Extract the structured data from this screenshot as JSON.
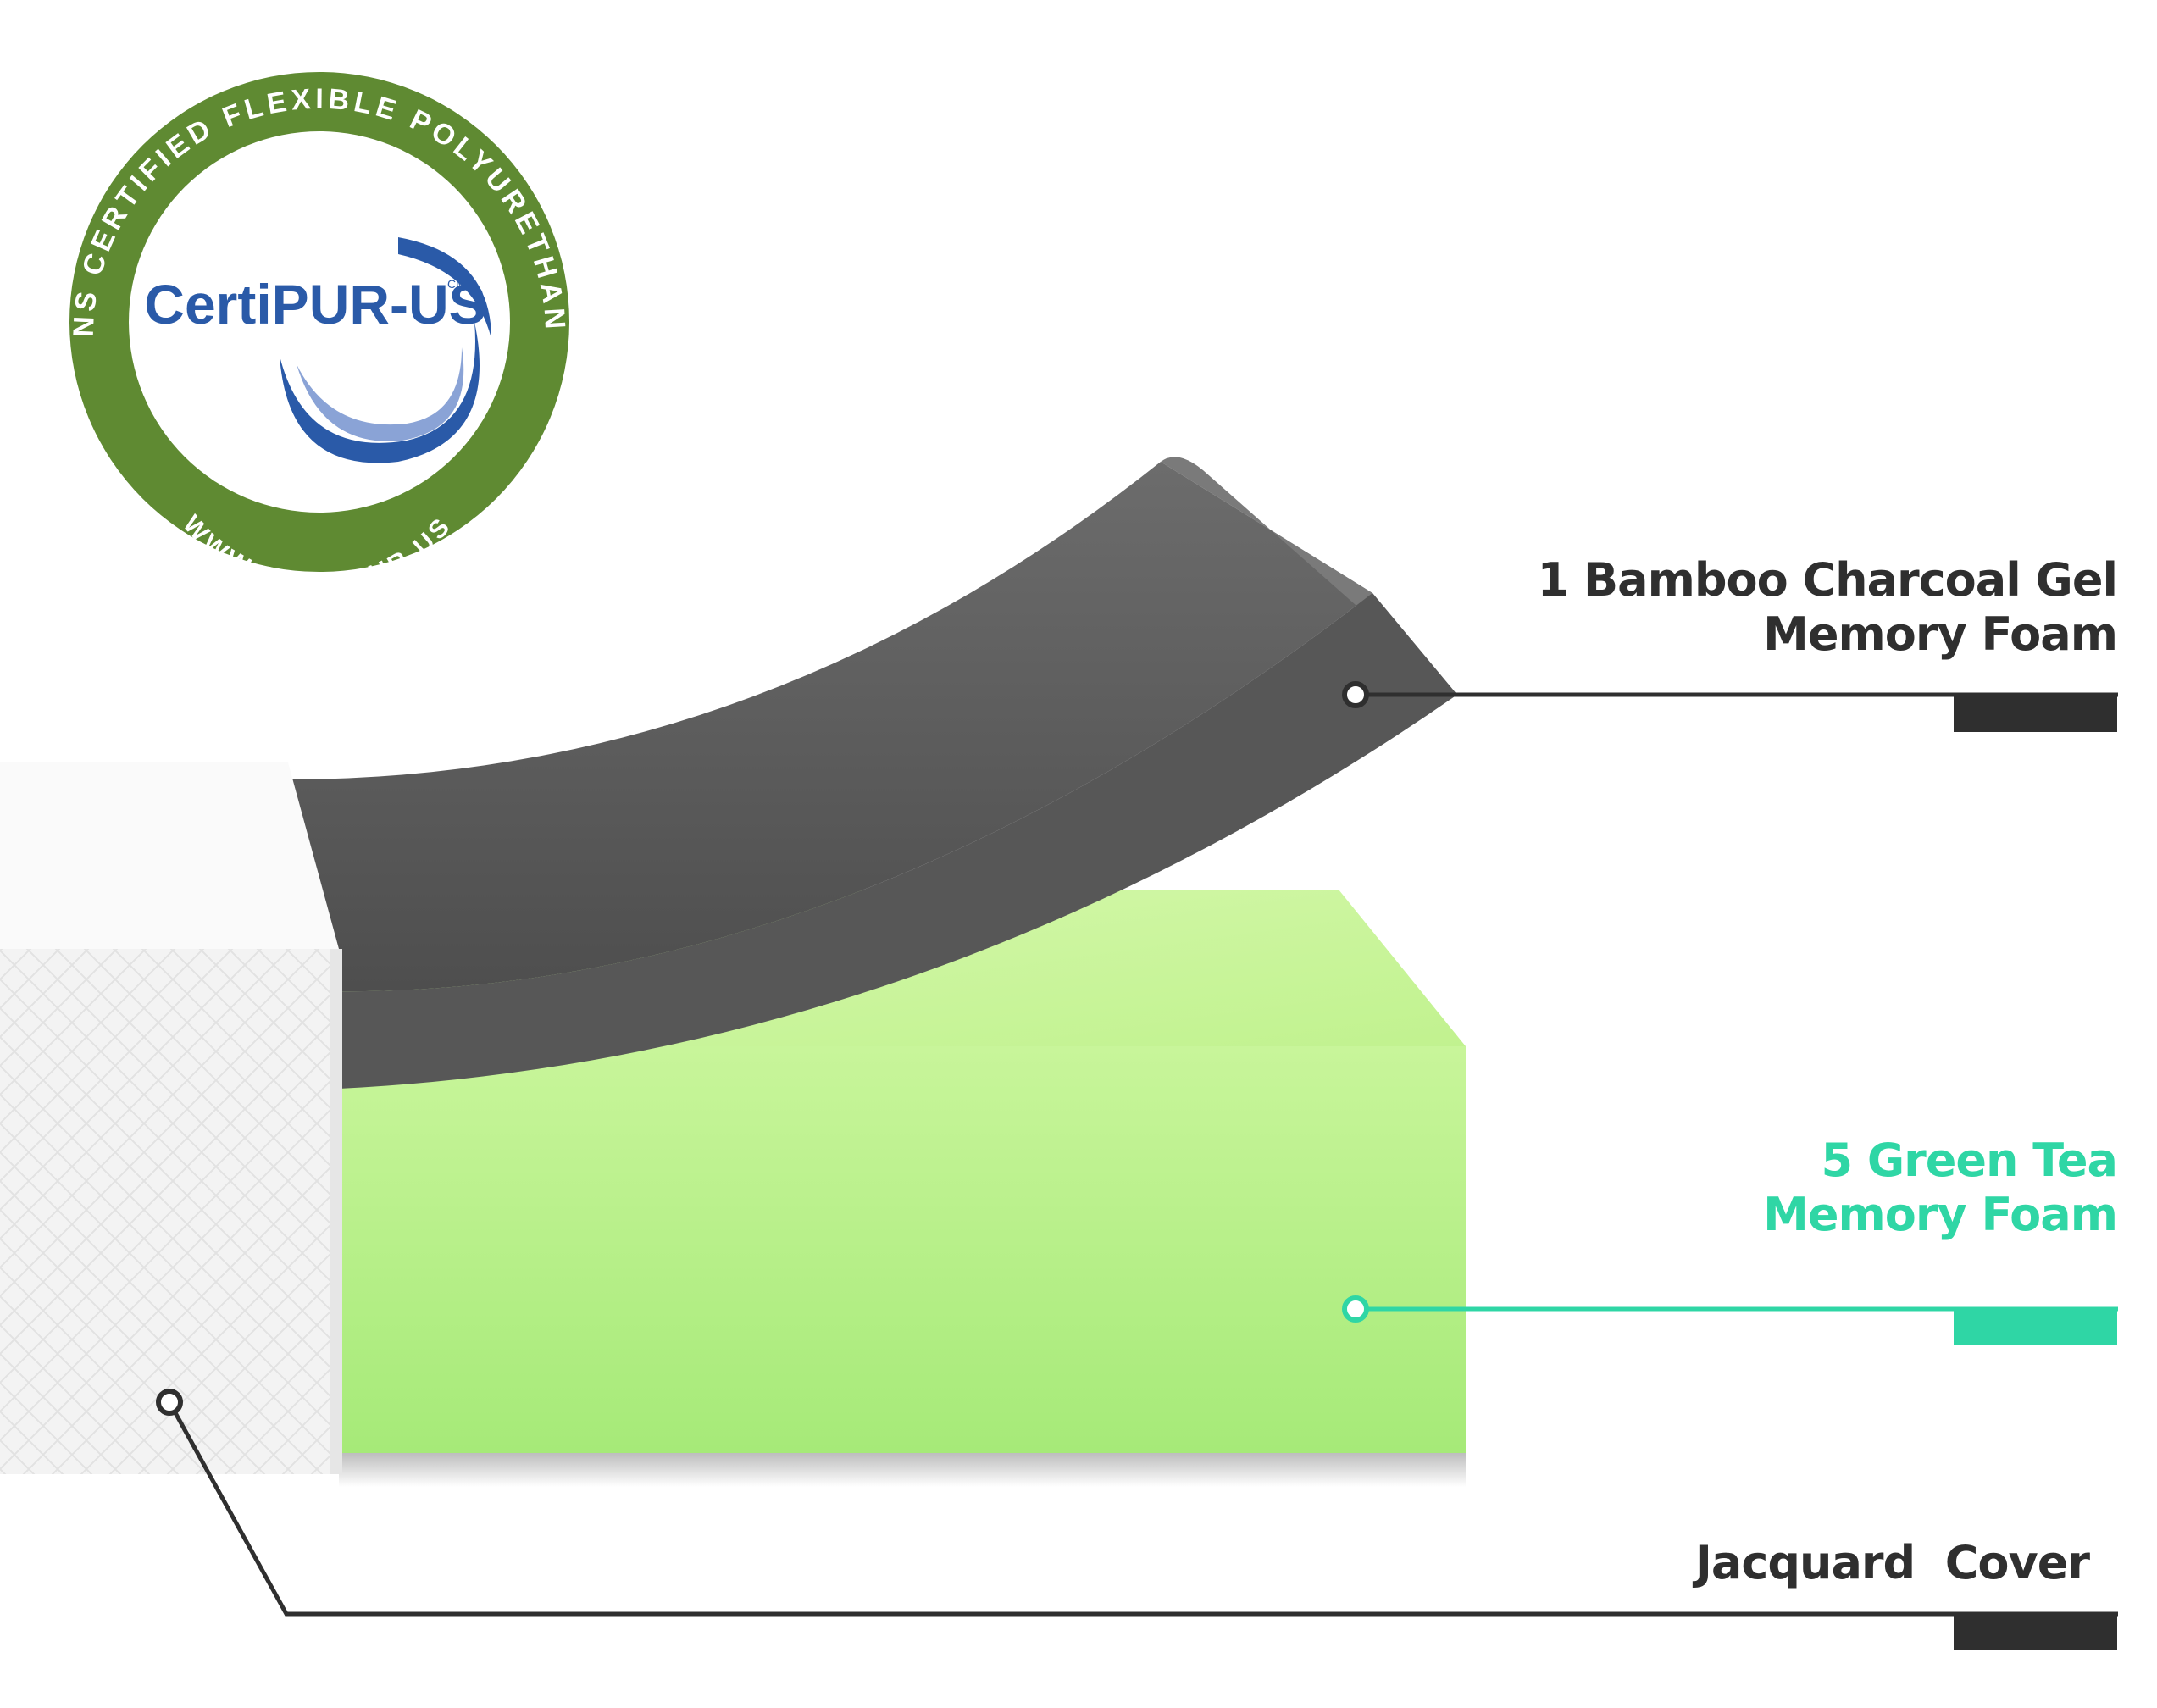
{
  "seal": {
    "logo_text": "CertiPUR-US",
    "logo_mark": "CM",
    "ring_top_text": "CONTAINS CERTIFIED FLEXIBLE POLYURETHANE FOAM",
    "ring_bottom_text": "WWW.CERTIPUR.US",
    "colors": {
      "ring": "#5f8a32",
      "logo_blue": "#2a5aa8",
      "swoosh_light": "#8aa3d6"
    }
  },
  "layers": [
    {
      "id": "charcoal",
      "lines": [
        "1 Bamboo Charcoal Gel",
        "Memory Foam"
      ],
      "color": "#2f2f2f",
      "swatch": "#5a5a5a"
    },
    {
      "id": "green",
      "lines": [
        "5 Green Tea",
        "Memory Foam"
      ],
      "color": "#2fd6a5",
      "swatch": "#b8f27a"
    },
    {
      "id": "cover",
      "lines": [
        "Jacquard  Cover"
      ],
      "color": "#2f2f2f",
      "swatch": "#f2f2f2"
    }
  ]
}
